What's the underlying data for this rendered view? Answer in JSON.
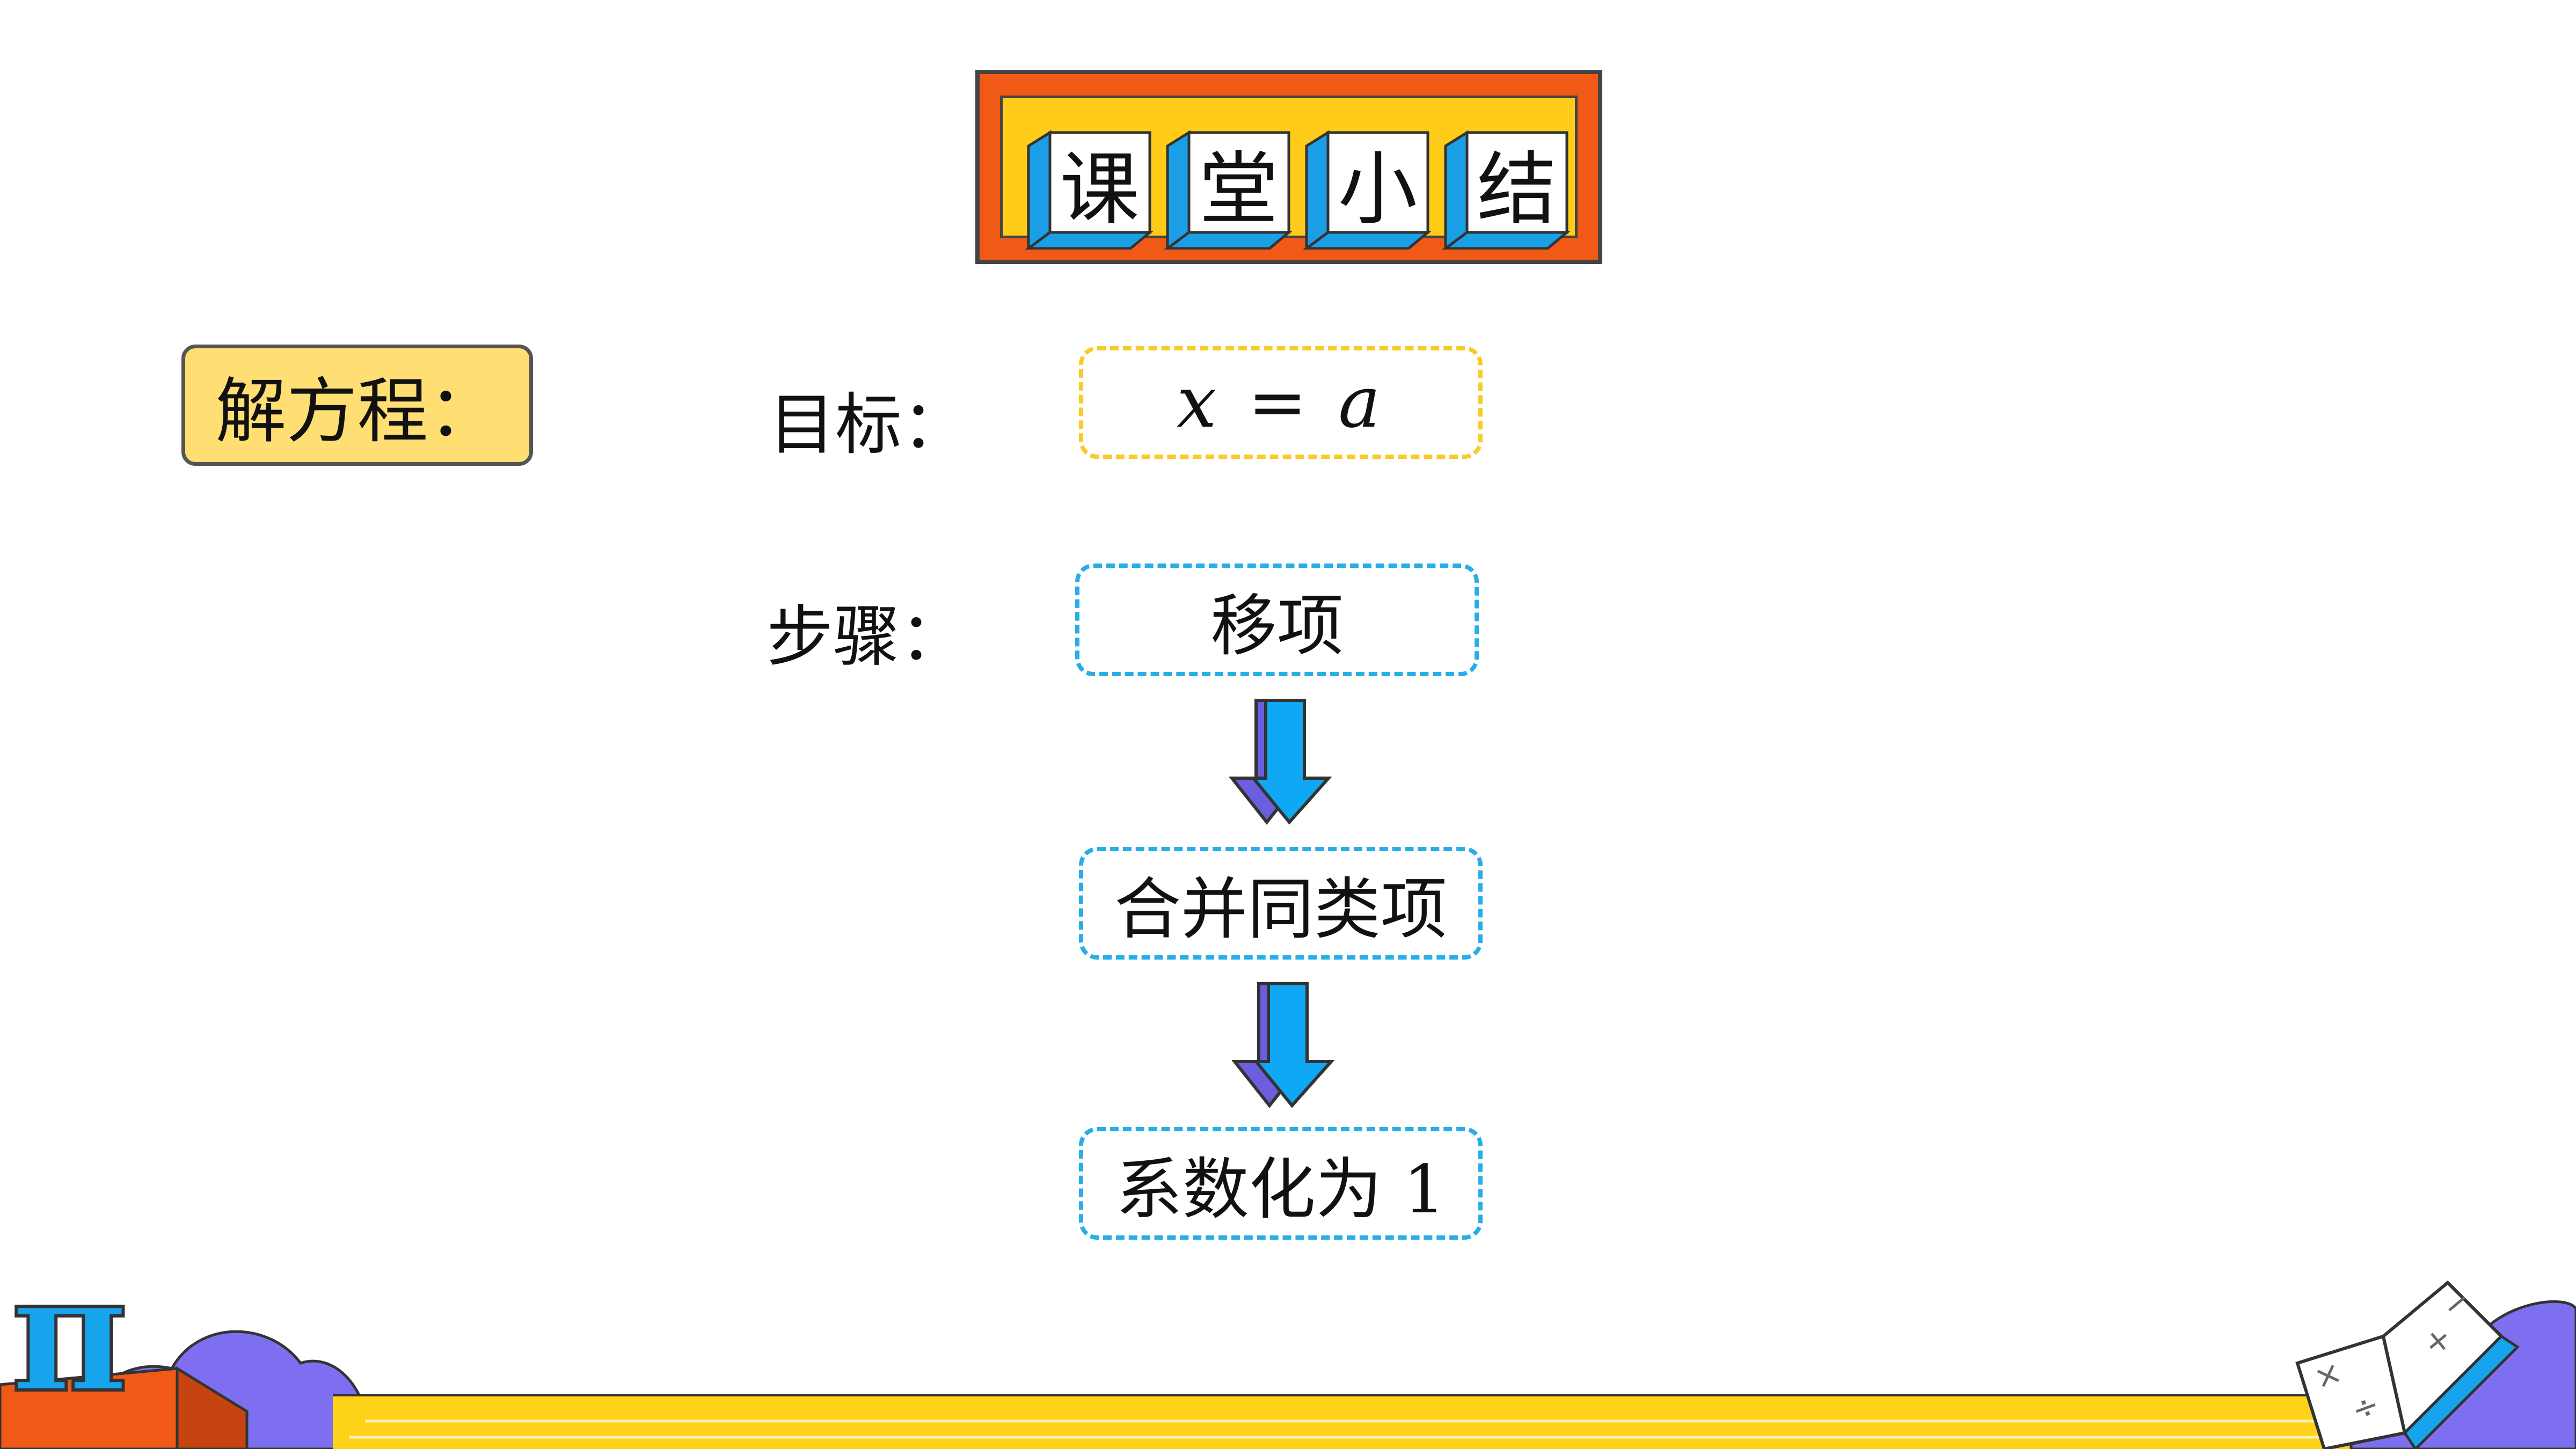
{
  "title": {
    "chars": [
      "课",
      "堂",
      "小",
      "结"
    ]
  },
  "solve_label": "解方程：",
  "goal": {
    "label": "目标：",
    "formula": "x = a"
  },
  "steps": {
    "label": "步骤：",
    "items": [
      "移项",
      "合并同类项",
      "系数化为 1"
    ]
  },
  "decorations": {
    "pi_symbol": "π",
    "book_symbols": [
      "×",
      "÷",
      "+",
      "−"
    ]
  },
  "colors": {
    "banner_orange": "#f05a16",
    "banner_yellow": "#ffcc19",
    "tile_blue": "#1a9fe6",
    "label_yellow": "#ffdf74",
    "goal_border": "#f9cb26",
    "step_border": "#27aee9",
    "arrow_blue": "#0ea8f5",
    "arrow_purple": "#6b5fe0",
    "bottom_yellow": "#ffd21a",
    "cloud_purple": "#7d6ff0"
  }
}
